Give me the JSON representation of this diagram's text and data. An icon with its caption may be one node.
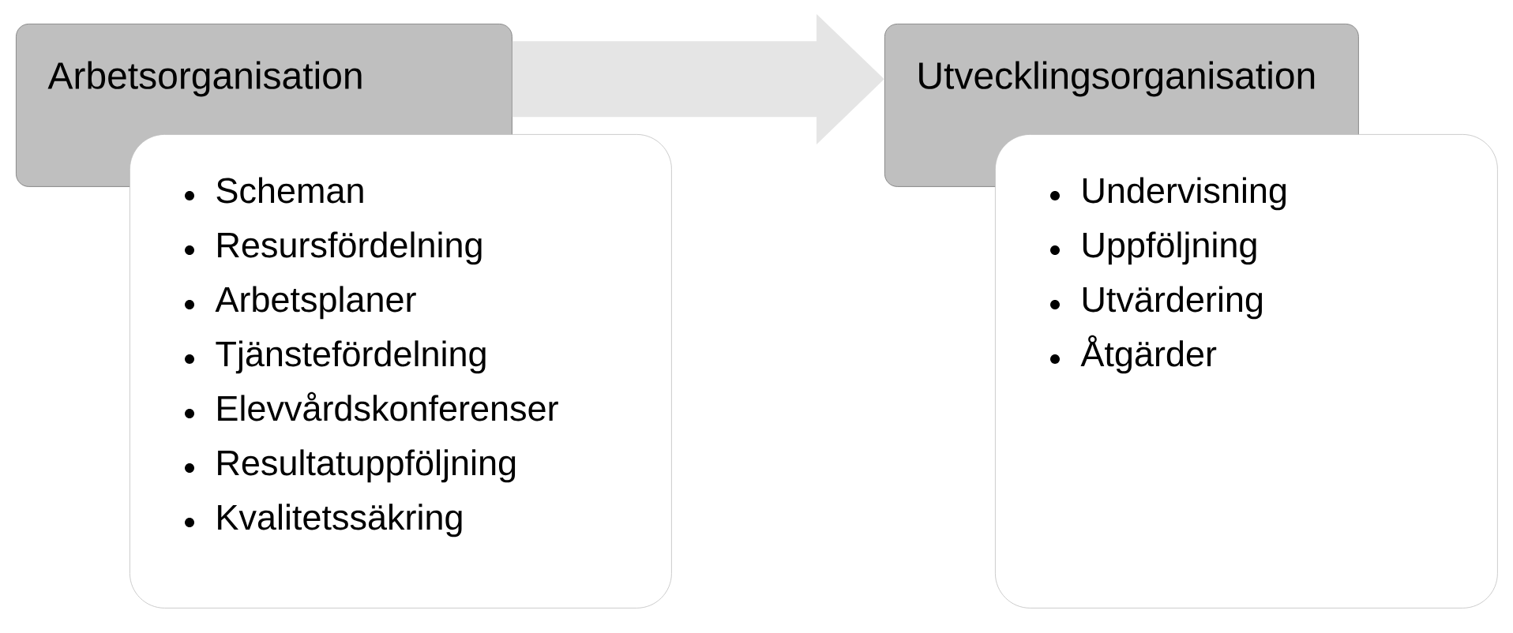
{
  "diagram": {
    "nodes": [
      {
        "text": [
          "Arbetsorganisation"
        ]
      },
      {
        "text": [
          "Scheman",
          "Resursfördelning",
          "Arbetsplaner",
          "Tjänstefördelning",
          "Elevvårdskonferenser",
          "Resultatuppföljning",
          "Kvalitetssäkring"
        ]
      },
      {
        "text": [
          "Utvecklingsorganisation"
        ]
      },
      {
        "text": [
          "Undervisning",
          "Uppföljning",
          "Utvärdering",
          "Åtgärder"
        ]
      }
    ],
    "edges": [
      {
        "from": 0,
        "to": 2,
        "arrow": "to"
      }
    ]
  }
}
